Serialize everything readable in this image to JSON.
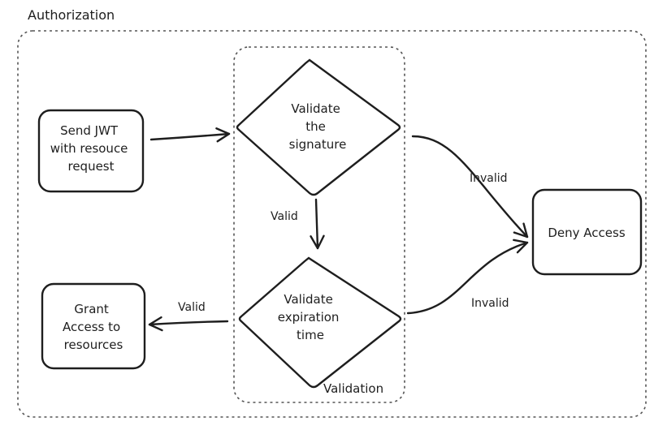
{
  "groups": {
    "authorization": "Authorization",
    "validation": "Validation"
  },
  "nodes": {
    "send_jwt": [
      "Send JWT",
      "with resouce",
      "request"
    ],
    "validate_signature": [
      "Validate",
      "the",
      "signature"
    ],
    "validate_expiration": [
      "Validate",
      "expiration",
      "time"
    ],
    "grant_access": [
      "Grant",
      "Access to",
      "resources"
    ],
    "deny_access": [
      "Deny Access"
    ]
  },
  "edges": {
    "signature_valid": "Valid",
    "signature_invalid": "Invalid",
    "expiration_valid": "Valid",
    "expiration_invalid": "Invalid"
  }
}
